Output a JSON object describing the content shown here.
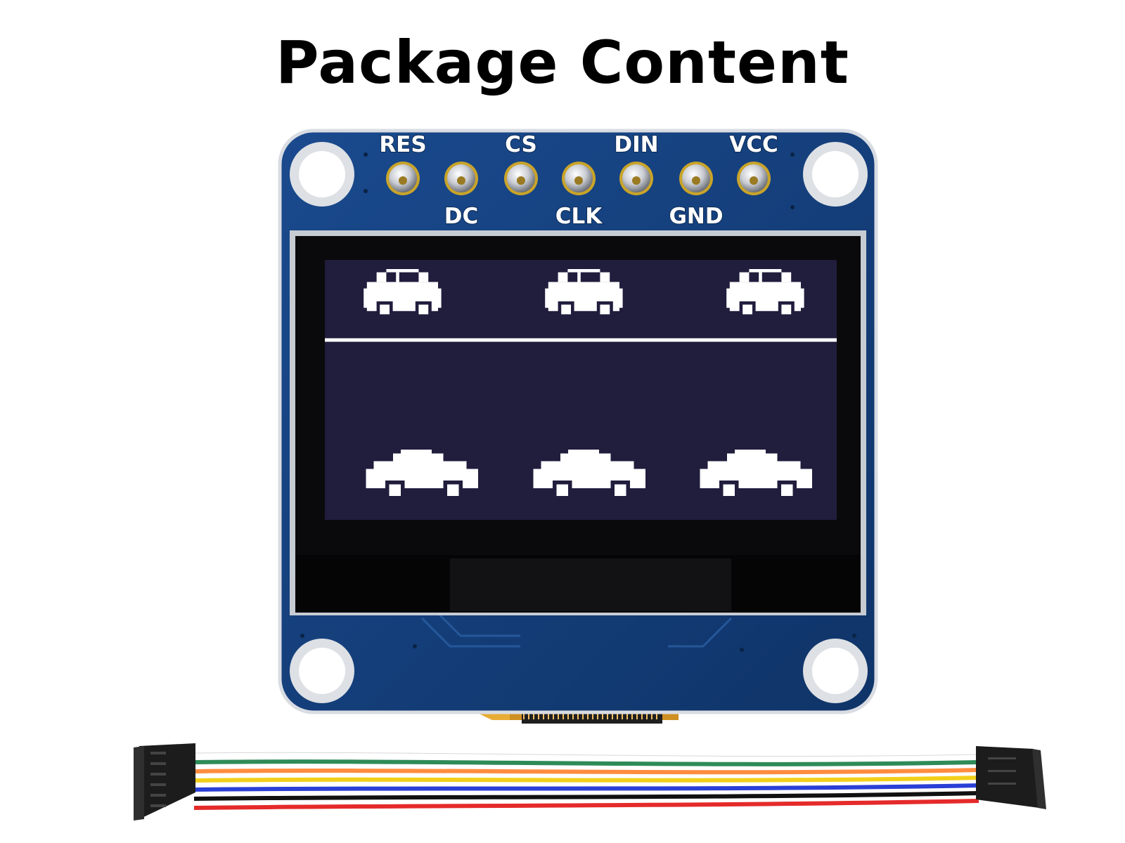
{
  "title": "Package Content",
  "module": {
    "pins_top": [
      "RES",
      "CS",
      "DIN",
      "VCC"
    ],
    "pins_bottom": [
      "DC",
      "CLK",
      "GND"
    ],
    "pcb_color": "#163f7d",
    "screen_bg": "#211d3d",
    "pixel_color": "#ffffff",
    "screen_icons": [
      "car-icon",
      "car-icon",
      "car-icon",
      "car-icon",
      "car-icon",
      "car-icon"
    ]
  },
  "cable": {
    "wire_colors": [
      "#ffffff",
      "#2e8b57",
      "#ff8c40",
      "#f3cf1a",
      "#2a3fd6",
      "#111111",
      "#e52a2a"
    ]
  }
}
